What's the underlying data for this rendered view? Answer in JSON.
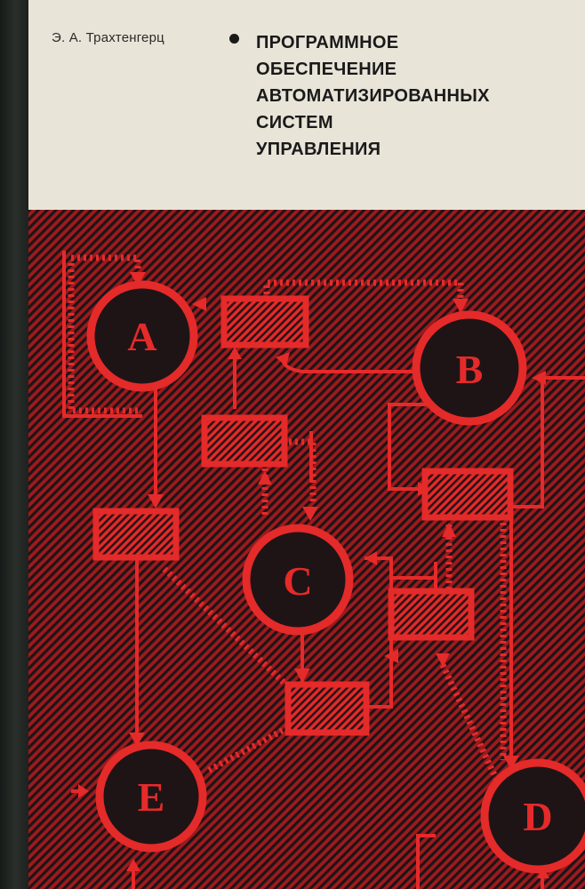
{
  "cover": {
    "author": "Э. А. Трахтенгерц",
    "title_lines": [
      "ПРОГРАММНОЕ",
      "ОБЕСПЕЧЕНИЕ",
      "АВТОМАТИЗИРОВАННЫХ",
      "СИСТЕМ",
      "УПРАВЛЕНИЯ"
    ]
  },
  "diagram": {
    "nodes": [
      "A",
      "B",
      "C",
      "D",
      "E"
    ]
  },
  "colors": {
    "paper": "#e9e4d8",
    "red": "#e52a2a",
    "dark": "#1b1c1b"
  }
}
